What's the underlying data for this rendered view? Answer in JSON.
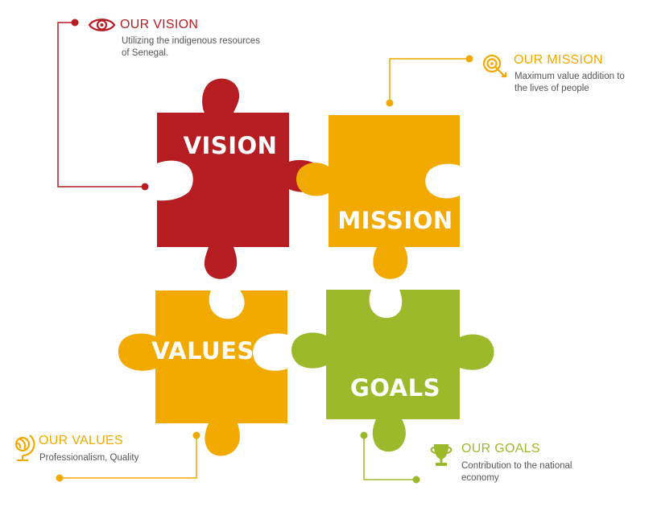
{
  "colors": {
    "vision": "#b51d22",
    "mission": "#f2a900",
    "values": "#f2a900",
    "goals": "#9cb82b",
    "text_muted": "#555555"
  },
  "pieces": {
    "vision": "VISION",
    "mission": "MISSION",
    "values": "VALUES",
    "goals": "GOALS"
  },
  "callouts": {
    "vision": {
      "icon": "eye-icon",
      "heading": "OUR VISION",
      "desc_line1": "Utilizing the indigenous resources",
      "desc_line2": "of Senegal."
    },
    "mission": {
      "icon": "target-icon",
      "heading": "OUR MISSION",
      "desc_line1": "Maximum value addition to",
      "desc_line2": "the lives of people"
    },
    "values": {
      "icon": "globe-icon",
      "heading": "OUR VALUES",
      "desc_line1": "Professionalism, Quality"
    },
    "goals": {
      "icon": "trophy-icon",
      "heading": "OUR GOALS",
      "desc_line1": "Contribution to the national",
      "desc_line2": "economy"
    }
  }
}
